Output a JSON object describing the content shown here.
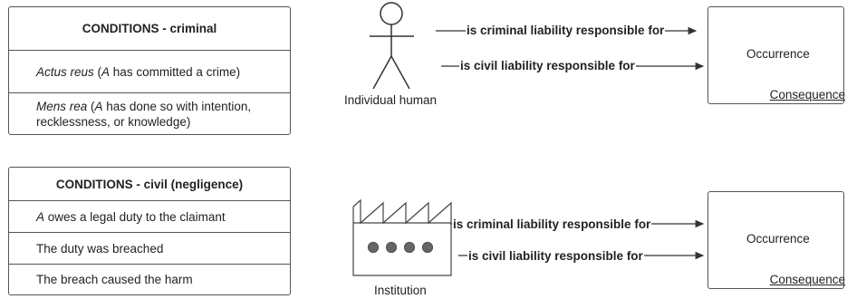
{
  "criminal_table": {
    "header": "CONDITIONS - criminal",
    "rows": [
      {
        "italic": "Actus reus",
        "text_a": " (",
        "italic2": "A",
        "text_b": " has committed a crime)"
      },
      {
        "italic": "Mens rea",
        "text_a": " (",
        "italic2": "A",
        "text_b": " has done so with intention, recklessness, or knowledge)"
      }
    ]
  },
  "civil_table": {
    "header": "CONDITIONS - civil (negligence)",
    "rows": [
      {
        "italic": "A",
        "text": " owes a legal duty to the claimant"
      },
      {
        "italic": "",
        "text": "The duty was breached"
      },
      {
        "italic": "",
        "text": "The breach caused the harm"
      }
    ]
  },
  "top": {
    "actor_label": "Individual human",
    "criminal_label": "is criminal liability responsible for",
    "civil_label": "is civil liability responsible for",
    "occurrence": "Occurrence",
    "consequence": "Consequence"
  },
  "bottom": {
    "actor_label": "Institution",
    "criminal_label": "is criminal liability responsible for",
    "civil_label": "is civil liability responsible for",
    "occurrence": "Occurrence",
    "consequence": "Consequence"
  },
  "icons": {
    "top_actor": "stick-figure-icon",
    "bottom_actor": "factory-icon"
  }
}
